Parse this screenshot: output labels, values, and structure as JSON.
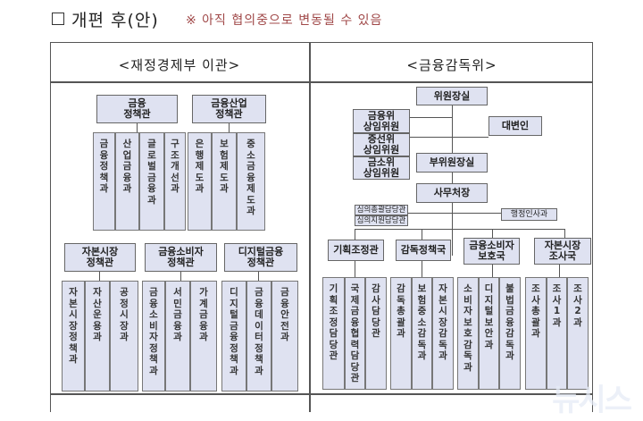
{
  "header": {
    "title": "개편 후(안)",
    "note": "※ 아직 협의중으로 변동될 수 있음"
  },
  "left_section": {
    "title": "<재정경제부 이관>",
    "groups": [
      {
        "name": "금융\n정책관",
        "departments": [
          "금융정책과",
          "산업금융과",
          "글로벌금융과",
          "구조개선과"
        ]
      },
      {
        "name": "금융산업\n정책관",
        "departments": [
          "은행제도과",
          "보험제도과",
          "중소금융제도과"
        ]
      },
      {
        "name": "자본시장\n정책관",
        "departments": [
          "자본시장정책과",
          "자산운용과",
          "공정시장과"
        ]
      },
      {
        "name": "금융소비자\n정책관",
        "departments": [
          "금융소비자정책과",
          "서민금융과",
          "가계금융과"
        ]
      },
      {
        "name": "디지털금융\n정책관",
        "departments": [
          "디지털금융정책과",
          "금융데이터정책과",
          "금융안전과"
        ]
      }
    ]
  },
  "right_section": {
    "title": "<금융감독위>",
    "chair": "위원장실",
    "commissioners": [
      "금융위\n상임위원",
      "증선위\n상임위원",
      "금소위\n상임위원"
    ],
    "spokesperson": "대변인",
    "vice_chair": "부위원장실",
    "secretary_general": "사무처장",
    "staff_left": [
      "심의총괄담당관",
      "심의지원담당관"
    ],
    "staff_right": "행정인사과",
    "bureaus": [
      {
        "name": "기획조정관",
        "departments": [
          "기획조정담당관",
          "국제금융협력담당관",
          "감사담당관"
        ]
      },
      {
        "name": "감독정책국",
        "departments": [
          "감독총괄과",
          "보험중소감독과",
          "자본시장감독과"
        ]
      },
      {
        "name": "금융소비자\n보호국",
        "departments": [
          "소비자보호감독과",
          "디지털보안과",
          "불법금융감독과"
        ]
      },
      {
        "name": "자본시장\n조사국",
        "departments": [
          "조사총괄과",
          "조사1과",
          "조사2과"
        ]
      }
    ]
  },
  "watermark": "뉴시스",
  "colors": {
    "box_fill": "#dfe2f1",
    "note_text": "#a04848",
    "line": "#555555"
  }
}
